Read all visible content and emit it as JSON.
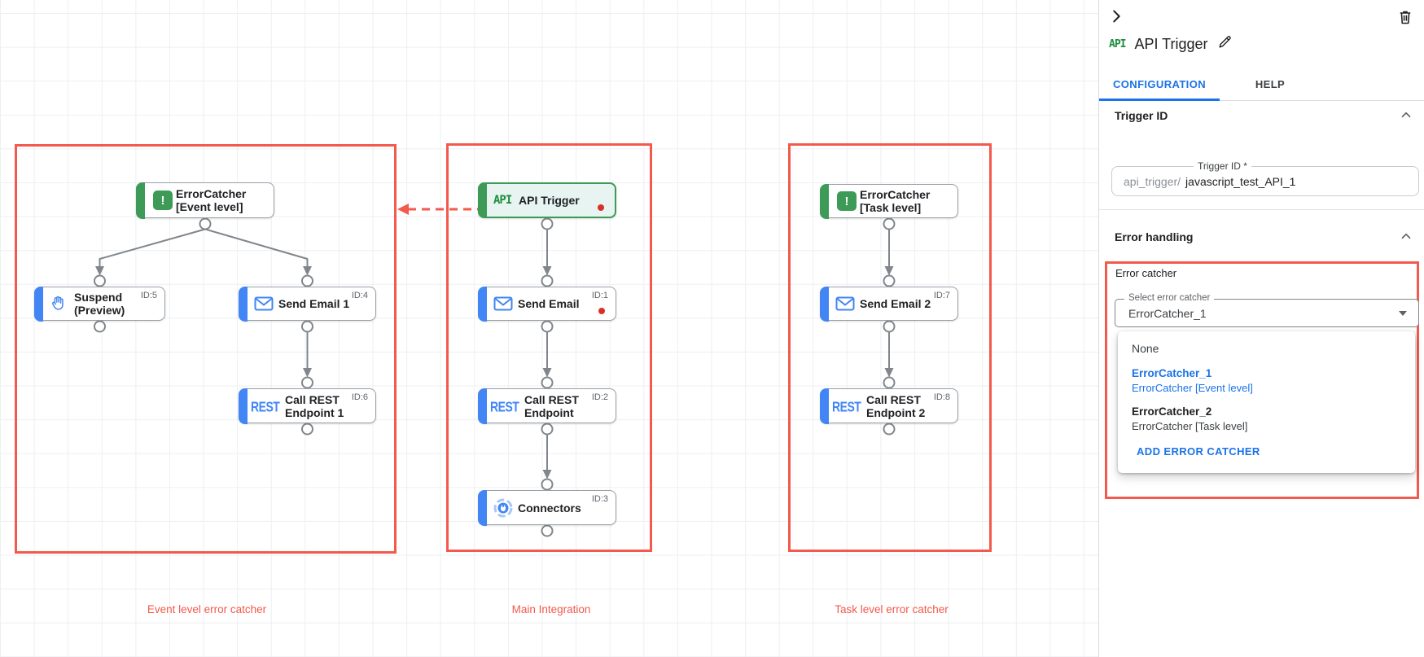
{
  "canvas": {
    "groups": [
      {
        "label": "Event level error catcher",
        "nodes": [
          {
            "line1": "ErrorCatcher",
            "line2": "[Event level]"
          },
          {
            "line1": "Suspend",
            "line2": "(Preview)",
            "id": "ID:5"
          },
          {
            "line1": "Send Email 1",
            "id": "ID:4"
          },
          {
            "line1": "Call REST",
            "line2": "Endpoint 1",
            "id": "ID:6"
          }
        ]
      },
      {
        "label": "Main Integration",
        "nodes": [
          {
            "line1": "API Trigger"
          },
          {
            "line1": "Send Email",
            "id": "ID:1"
          },
          {
            "line1": "Call REST",
            "line2": "Endpoint",
            "id": "ID:2"
          },
          {
            "line1": "Connectors",
            "id": "ID:3"
          }
        ]
      },
      {
        "label": "Task level error catcher",
        "nodes": [
          {
            "line1": "ErrorCatcher",
            "line2": "[Task level]"
          },
          {
            "line1": "Send Email 2",
            "id": "ID:7"
          },
          {
            "line1": "Call REST",
            "line2": "Endpoint 2",
            "id": "ID:8"
          }
        ]
      }
    ],
    "icons": {
      "api": "API",
      "rest": "REST",
      "error_catcher": "!"
    }
  },
  "panel": {
    "badge": "API",
    "title": "API Trigger",
    "tabs": [
      {
        "label": "CONFIGURATION"
      },
      {
        "label": "HELP"
      }
    ],
    "trigger_id": {
      "section_title": "Trigger ID",
      "field_label": "Trigger ID *",
      "prefix": "api_trigger/",
      "value": "javascript_test_API_1"
    },
    "error_handling": {
      "section_title": "Error handling",
      "group_label": "Error catcher",
      "select_label": "Select error catcher",
      "select_value": "ErrorCatcher_1",
      "dropdown": {
        "none_label": "None",
        "options": [
          {
            "name": "ErrorCatcher_1",
            "subtitle": "ErrorCatcher [Event level]"
          },
          {
            "name": "ErrorCatcher_2",
            "subtitle": "ErrorCatcher [Task level]"
          }
        ],
        "add_button": "ADD ERROR CATCHER"
      }
    }
  },
  "colors": {
    "annotation_red": "#f3594c",
    "task_blue": "#4285f4",
    "trigger_green": "#3d9b57",
    "link_blue": "#1a73e8",
    "alert_dot_red": "#d93025",
    "connector_gray": "#80868b"
  }
}
